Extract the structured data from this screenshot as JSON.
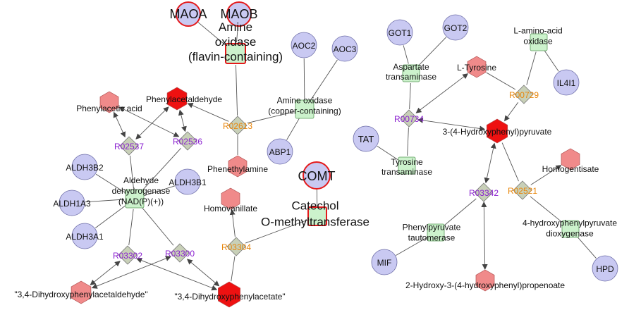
{
  "colors": {
    "gene": "#c9c9f2",
    "gene_stroke": "#6f6fa8",
    "highlight_stroke": "#e41a1c",
    "enzyme": "#ccf2cc",
    "enzyme_stroke": "#5a9a5a",
    "metabolite": "#f08a8a",
    "metabolite_strong": "#ee1111",
    "reaction": "#c8d0b8",
    "reaction_stroke": "#777",
    "reaction_label_orange": "#e8860c",
    "reaction_label_purple": "#8a1fd0"
  },
  "genes": [
    {
      "id": "MAOA",
      "label": "MAOA",
      "highlight": true
    },
    {
      "id": "MAOB",
      "label": "MAOB",
      "highlight": true
    },
    {
      "id": "COMT",
      "label": "COMT",
      "highlight": true
    },
    {
      "id": "AOC2",
      "label": "AOC2"
    },
    {
      "id": "AOC3",
      "label": "AOC3"
    },
    {
      "id": "ABP1",
      "label": "ABP1"
    },
    {
      "id": "ALDH3B2",
      "label": "ALDH3B2"
    },
    {
      "id": "ALDH3B1",
      "label": "ALDH3B1"
    },
    {
      "id": "ALDH1A3",
      "label": "ALDH1A3"
    },
    {
      "id": "ALDH3A1",
      "label": "ALDH3A1"
    },
    {
      "id": "GOT1",
      "label": "GOT1"
    },
    {
      "id": "GOT2",
      "label": "GOT2"
    },
    {
      "id": "IL4I1",
      "label": "IL4I1"
    },
    {
      "id": "TAT",
      "label": "TAT"
    },
    {
      "id": "MIF",
      "label": "MIF"
    },
    {
      "id": "HPD",
      "label": "HPD"
    }
  ],
  "enzymes": [
    {
      "id": "amine_oxidase_flavin",
      "lines": [
        "Amine",
        "oxidase",
        "(flavin-containing)"
      ],
      "highlight": true
    },
    {
      "id": "amine_oxidase_copper",
      "lines": [
        "Amine oxidase",
        "(copper-containing)"
      ]
    },
    {
      "id": "aldehyde_dehydrogenase",
      "lines": [
        "Aldehyde",
        "dehydrogenase",
        "(NAD(P)(+))"
      ]
    },
    {
      "id": "catechol_omt",
      "lines": [
        "Catechol",
        "O-methyltransferase"
      ],
      "highlight": true
    },
    {
      "id": "aspartate_transaminase",
      "lines": [
        "Aspartate",
        "transaminase"
      ]
    },
    {
      "id": "l_amino_acid_oxidase",
      "lines": [
        "L-amino-acid",
        "oxidase"
      ]
    },
    {
      "id": "tyrosine_transaminase",
      "lines": [
        "Tyrosine",
        "transaminase"
      ]
    },
    {
      "id": "phenylpyruvate_tautomerase",
      "lines": [
        "Phenylpyruvate",
        "tautomerase"
      ]
    },
    {
      "id": "hppd",
      "lines": [
        "4-hydroxyphenylpyruvate",
        "dioxygenase"
      ]
    }
  ],
  "metabolites": [
    {
      "id": "phenylacetaldehyde",
      "label": "Phenylacetaldehyde",
      "strong": true
    },
    {
      "id": "phenylacetic_acid",
      "label": "Phenylacetic acid"
    },
    {
      "id": "phenethylamine",
      "label": "Phenethylamine"
    },
    {
      "id": "homovanillate",
      "label": "Homovanillate"
    },
    {
      "id": "dopal",
      "label": "\"3,4-Dihydroxyphenylacetaldehyde\""
    },
    {
      "id": "dopac",
      "label": "\"3,4-Dihydroxyphenylacetate\"",
      "strong": true
    },
    {
      "id": "l_tyrosine",
      "label": "L-Tyrosine"
    },
    {
      "id": "hpp",
      "label": "3-(4-Hydroxyphenyl)pyruvate",
      "strong": true
    },
    {
      "id": "homogentisate",
      "label": "Homogentisate"
    },
    {
      "id": "hhpp",
      "label": "2-Hydroxy-3-(4-hydroxyphenyl)propenoate"
    }
  ],
  "reactions": [
    {
      "id": "R02613",
      "label": "R02613",
      "color": "orange"
    },
    {
      "id": "R02537",
      "label": "R02537",
      "color": "purple"
    },
    {
      "id": "R02536",
      "label": "R02536",
      "color": "purple"
    },
    {
      "id": "R03302",
      "label": "R03302",
      "color": "purple"
    },
    {
      "id": "R03300",
      "label": "R03300",
      "color": "purple"
    },
    {
      "id": "R03304",
      "label": "R03304",
      "color": "orange"
    },
    {
      "id": "R00734",
      "label": "R00734",
      "color": "purple"
    },
    {
      "id": "R00729",
      "label": "R00729",
      "color": "orange"
    },
    {
      "id": "R03342",
      "label": "R03342",
      "color": "purple"
    },
    {
      "id": "R02521",
      "label": "R02521",
      "color": "orange"
    }
  ],
  "edges": [
    [
      "MAOA",
      "amine_oxidase_flavin",
      "plain"
    ],
    [
      "MAOB",
      "amine_oxidase_flavin",
      "plain"
    ],
    [
      "amine_oxidase_flavin",
      "R02613",
      "plain"
    ],
    [
      "AOC2",
      "amine_oxidase_copper",
      "plain"
    ],
    [
      "AOC3",
      "amine_oxidase_copper",
      "plain"
    ],
    [
      "ABP1",
      "amine_oxidase_copper",
      "plain"
    ],
    [
      "amine_oxidase_copper",
      "R02613",
      "plain"
    ],
    [
      "phenethylamine",
      "R02613",
      "plain"
    ],
    [
      "R02613",
      "phenylacetaldehyde",
      "arrow"
    ],
    [
      "phenylacetaldehyde",
      "R02537",
      "both"
    ],
    [
      "phenylacetic_acid",
      "R02537",
      "both"
    ],
    [
      "phenylacetaldehyde",
      "R02536",
      "both"
    ],
    [
      "phenylacetic_acid",
      "R02536",
      "both"
    ],
    [
      "aldehyde_dehydrogenase",
      "R02537",
      "plain"
    ],
    [
      "aldehyde_dehydrogenase",
      "R02536",
      "plain"
    ],
    [
      "ALDH3B2",
      "aldehyde_dehydrogenase",
      "plain"
    ],
    [
      "ALDH3B1",
      "aldehyde_dehydrogenase",
      "plain"
    ],
    [
      "ALDH1A3",
      "aldehyde_dehydrogenase",
      "plain"
    ],
    [
      "ALDH3A1",
      "aldehyde_dehydrogenase",
      "plain"
    ],
    [
      "aldehyde_dehydrogenase",
      "R03302",
      "plain"
    ],
    [
      "aldehyde_dehydrogenase",
      "R03300",
      "plain"
    ],
    [
      "dopal",
      "R03302",
      "both"
    ],
    [
      "dopac",
      "R03302",
      "both"
    ],
    [
      "dopal",
      "R03300",
      "both"
    ],
    [
      "dopac",
      "R03300",
      "both"
    ],
    [
      "dopac",
      "R03304",
      "plain"
    ],
    [
      "R03304",
      "homovanillate",
      "arrow"
    ],
    [
      "COMT",
      "catechol_omt",
      "plain"
    ],
    [
      "catechol_omt",
      "R03304",
      "plain"
    ],
    [
      "GOT1",
      "aspartate_transaminase",
      "plain"
    ],
    [
      "GOT2",
      "aspartate_transaminase",
      "plain"
    ],
    [
      "aspartate_transaminase",
      "R00734",
      "plain"
    ],
    [
      "TAT",
      "tyrosine_transaminase",
      "plain"
    ],
    [
      "tyrosine_transaminase",
      "R00734",
      "plain"
    ],
    [
      "l_tyrosine",
      "R00734",
      "both"
    ],
    [
      "hpp",
      "R00734",
      "both"
    ],
    [
      "l_tyrosine",
      "R00729",
      "plain"
    ],
    [
      "R00729",
      "hpp",
      "arrow"
    ],
    [
      "l_amino_acid_oxidase",
      "R00729",
      "plain"
    ],
    [
      "IL4I1",
      "l_amino_acid_oxidase",
      "plain"
    ],
    [
      "hpp",
      "R03342",
      "both"
    ],
    [
      "hhpp",
      "R03342",
      "both"
    ],
    [
      "phenylpyruvate_tautomerase",
      "R03342",
      "plain"
    ],
    [
      "MIF",
      "phenylpyruvate_tautomerase",
      "plain"
    ],
    [
      "hpp",
      "R02521",
      "plain"
    ],
    [
      "R02521",
      "homogentisate",
      "arrow"
    ],
    [
      "hppd",
      "R02521",
      "plain"
    ],
    [
      "HPD",
      "hppd",
      "plain"
    ]
  ]
}
